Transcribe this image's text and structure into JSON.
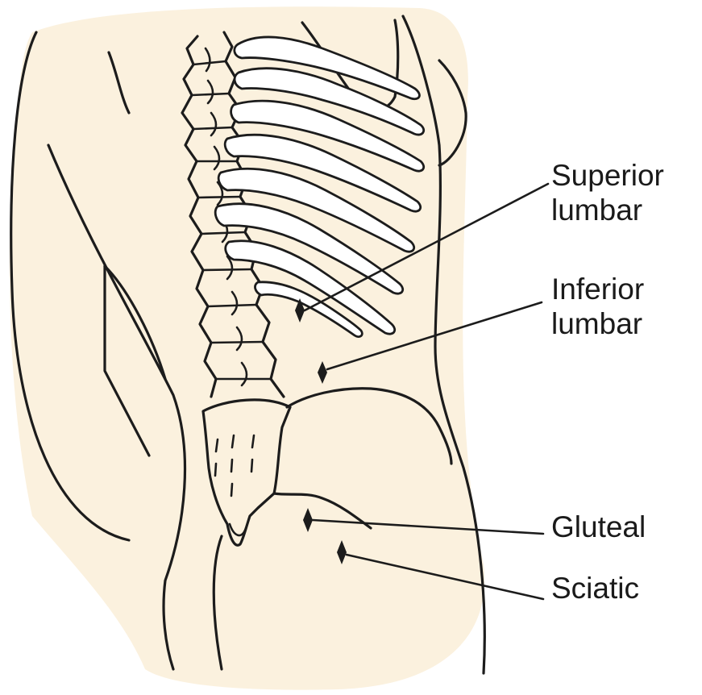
{
  "colors": {
    "skin": "#fbf1de",
    "ink": "#1c1c1c",
    "background": "#ffffff"
  },
  "labels": {
    "superior_lumbar": [
      "Superior",
      "lumbar"
    ],
    "inferior_lumbar": [
      "Inferior",
      "lumbar"
    ],
    "gluteal": "Gluteal",
    "sciatic": "Sciatic"
  },
  "hernia_sites": [
    {
      "name": "superior-lumbar",
      "label": "Superior lumbar"
    },
    {
      "name": "inferior-lumbar",
      "label": "Inferior lumbar"
    },
    {
      "name": "gluteal",
      "label": "Gluteal"
    },
    {
      "name": "sciatic",
      "label": "Sciatic"
    }
  ]
}
